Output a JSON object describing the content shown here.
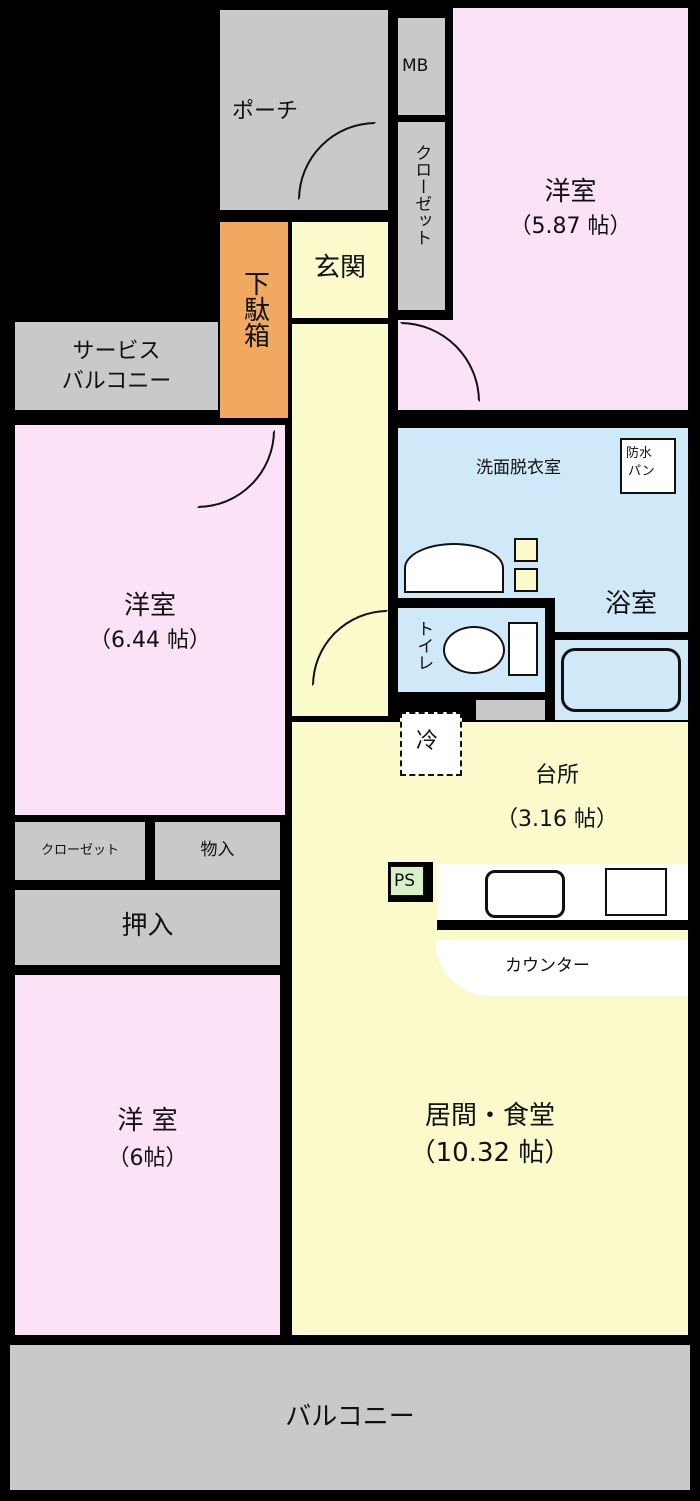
{
  "rooms": {
    "porch": "ポーチ",
    "mb": "MB",
    "closet_entry": "クローゼット",
    "western_room_1": {
      "name": "洋室",
      "size": "（5.87 帖）"
    },
    "entrance": "玄関",
    "shoe_box": "下駄箱",
    "service_balcony": "サービスバルコニー",
    "service_balcony_line1": "サービス",
    "service_balcony_line2": "バルコニー",
    "washroom": "洗面脱衣室",
    "waterproof_pan_line1": "防水",
    "waterproof_pan_line2": "パン",
    "bathroom": "浴室",
    "toilet": "トイレ",
    "fridge": "冷",
    "western_room_2": {
      "name": "洋室",
      "size": "（6.44 帖）"
    },
    "closet": "クローゼット",
    "storage": "物入",
    "oshiire": "押入",
    "western_room_3": {
      "name": "洋 室",
      "size": "（6帖）"
    },
    "kitchen": {
      "name": "台所",
      "size": "（3.16 帖）"
    },
    "ps": "PS",
    "counter": "カウンター",
    "living_dining": {
      "name": "居間・食堂",
      "size": "（10.32 帖）"
    },
    "balcony": "バルコニー"
  },
  "colors": {
    "bedroom": "#fbe2f6",
    "living": "#fafacb",
    "storage": "#c9c9c9",
    "wet": "#cfe9f8",
    "shoe": "#f0a95e"
  }
}
